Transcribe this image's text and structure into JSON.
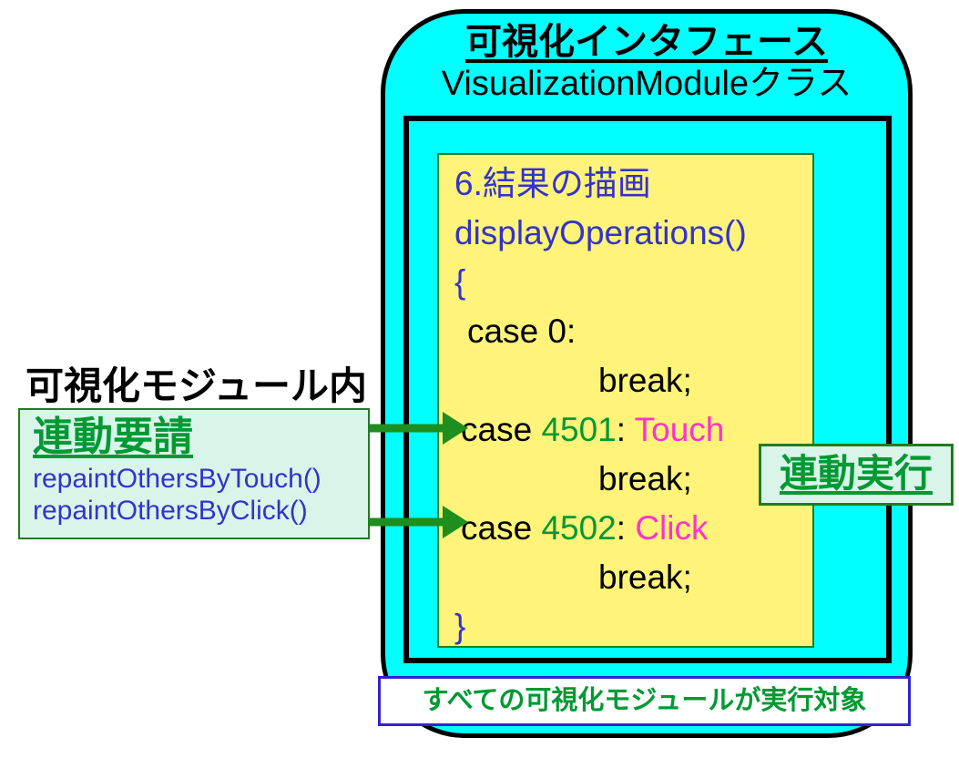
{
  "colors": {
    "cyan": "#00ffff",
    "yellow": "#fff379",
    "mint": "#d9f5ea",
    "green-text": "#009933",
    "green-border": "#1e7d1e",
    "arrow-green": "#1e8e1e",
    "code-blue": "#3333cc",
    "magenta": "#ff33cc",
    "purple-border": "#3322cc",
    "black": "#000000"
  },
  "container": {
    "title_line1": "可視化インタフェース",
    "title_line2": "VisualizationModuleクラス"
  },
  "code": {
    "lines": [
      {
        "indent": 0,
        "segments": [
          {
            "text": "6.結果の描画",
            "color": "code-blue"
          }
        ]
      },
      {
        "indent": 0,
        "segments": [
          {
            "text": "displayOperations()",
            "color": "code-blue"
          }
        ]
      },
      {
        "indent": 0,
        "segments": [
          {
            "text": "{",
            "color": "code-blue"
          }
        ]
      },
      {
        "indent": 14,
        "segments": [
          {
            "text": "case 0:",
            "color": "black"
          }
        ]
      },
      {
        "indent": 158,
        "segments": [
          {
            "text": "break;",
            "color": "black"
          }
        ]
      },
      {
        "indent": 7,
        "segments": [
          {
            "text": "case ",
            "color": "black"
          },
          {
            "text": "4501",
            "color": "green-text"
          },
          {
            "text": ": ",
            "color": "black"
          },
          {
            "text": "Touch",
            "color": "magenta"
          }
        ]
      },
      {
        "indent": 158,
        "segments": [
          {
            "text": "break;",
            "color": "black"
          }
        ]
      },
      {
        "indent": 7,
        "segments": [
          {
            "text": "case ",
            "color": "black"
          },
          {
            "text": "4502",
            "color": "green-text"
          },
          {
            "text": ": ",
            "color": "black"
          },
          {
            "text": "Click",
            "color": "magenta"
          }
        ]
      },
      {
        "indent": 158,
        "segments": [
          {
            "text": "break;",
            "color": "black"
          }
        ]
      },
      {
        "indent": 0,
        "segments": [
          {
            "text": "}",
            "color": "code-blue"
          }
        ]
      }
    ]
  },
  "left_panel": {
    "label": "可視化モジュール内",
    "title": "連動要請",
    "methods": [
      "repaintOthersByTouch()",
      "repaintOthersByClick()"
    ]
  },
  "callout_right": {
    "label": "連動実行"
  },
  "bottom_note": {
    "label": "すべての可視化モジュールが実行対象"
  }
}
